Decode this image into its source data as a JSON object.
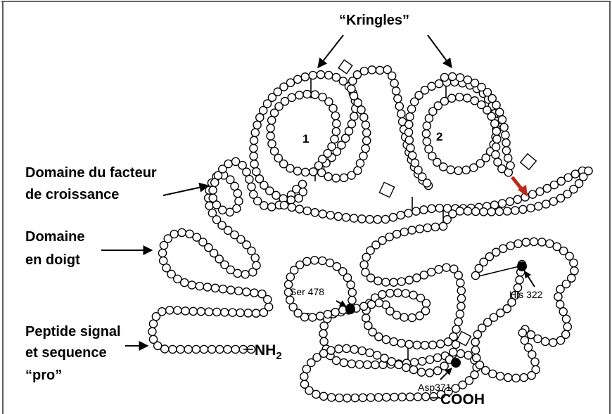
{
  "title": "“Kringles”",
  "kringle_labels": [
    "1",
    "2"
  ],
  "domain_labels": {
    "growth_factor_line1": "Domaine du facteur",
    "growth_factor_line2": "de croissance",
    "finger_line1": "Domaine",
    "finger_line2": "en doigt",
    "signal_line1": "Peptide signal",
    "signal_line2": "et sequence",
    "signal_line3": "“pro”"
  },
  "termini": {
    "n_terminus": "NH",
    "n_terminus_sub": "2",
    "c_terminus": "COOH"
  },
  "active_sites": {
    "ser": "Ser 478",
    "his": "His 322",
    "asp": "Asp371"
  },
  "colors": {
    "ink": "#000000",
    "bead_fill": "#ffffff",
    "cleavage_arrow": "#c0271d"
  }
}
